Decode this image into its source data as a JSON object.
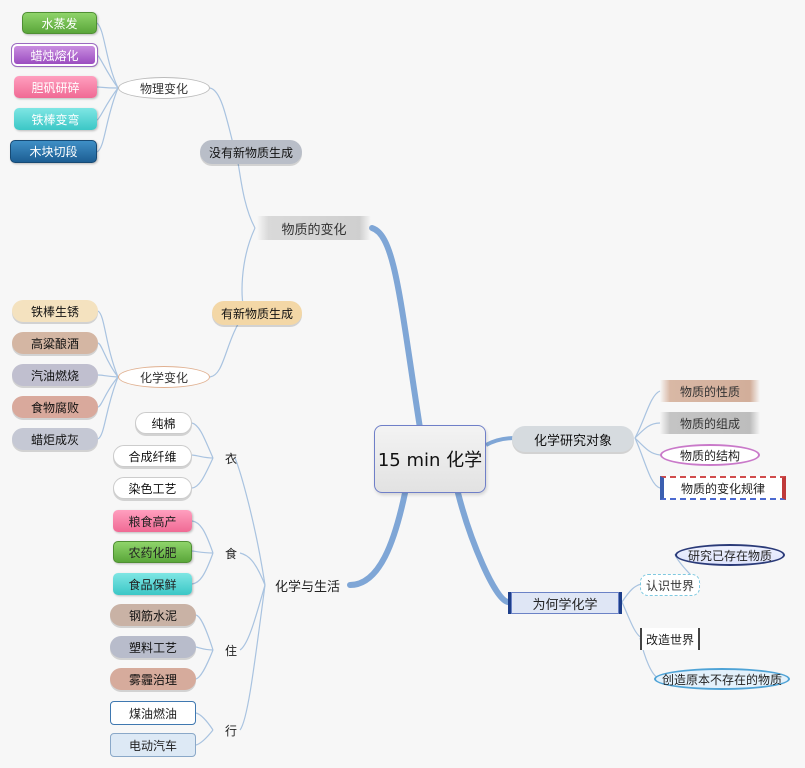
{
  "central": "15 min 化学",
  "branches": {
    "change": {
      "label": "物质的变化",
      "no_new": "没有新物质生成",
      "physical": "物理变化",
      "physical_items": [
        "水蒸发",
        "蜡烛熔化",
        "胆矾研碎",
        "铁棒变弯",
        "木块切段"
      ],
      "new": "有新物质生成",
      "chemical": "化学变化",
      "chemical_items": [
        "铁棒生锈",
        "高粱酿酒",
        "汽油燃烧",
        "食物腐败",
        "蜡炬成灰"
      ]
    },
    "life": {
      "label": "化学与生活",
      "clothing": "衣",
      "clothing_items": [
        "纯棉",
        "合成纤维",
        "染色工艺"
      ],
      "food": "食",
      "food_items": [
        "粮食高产",
        "农药化肥",
        "食品保鲜"
      ],
      "housing": "住",
      "housing_items": [
        "钢筋水泥",
        "塑料工艺",
        "雾霾治理"
      ],
      "travel": "行",
      "travel_items": [
        "煤油燃油",
        "电动汽车"
      ]
    },
    "object": {
      "label": "化学研究对象",
      "items": [
        "物质的性质",
        "物质的组成",
        "物质的结构",
        "物质的变化规律"
      ]
    },
    "why": {
      "label": "为何学化学",
      "know": "认识世界",
      "know_item": "研究已存在物质",
      "change": "改造世界",
      "change_item": "创造原本不存在的物质"
    }
  }
}
